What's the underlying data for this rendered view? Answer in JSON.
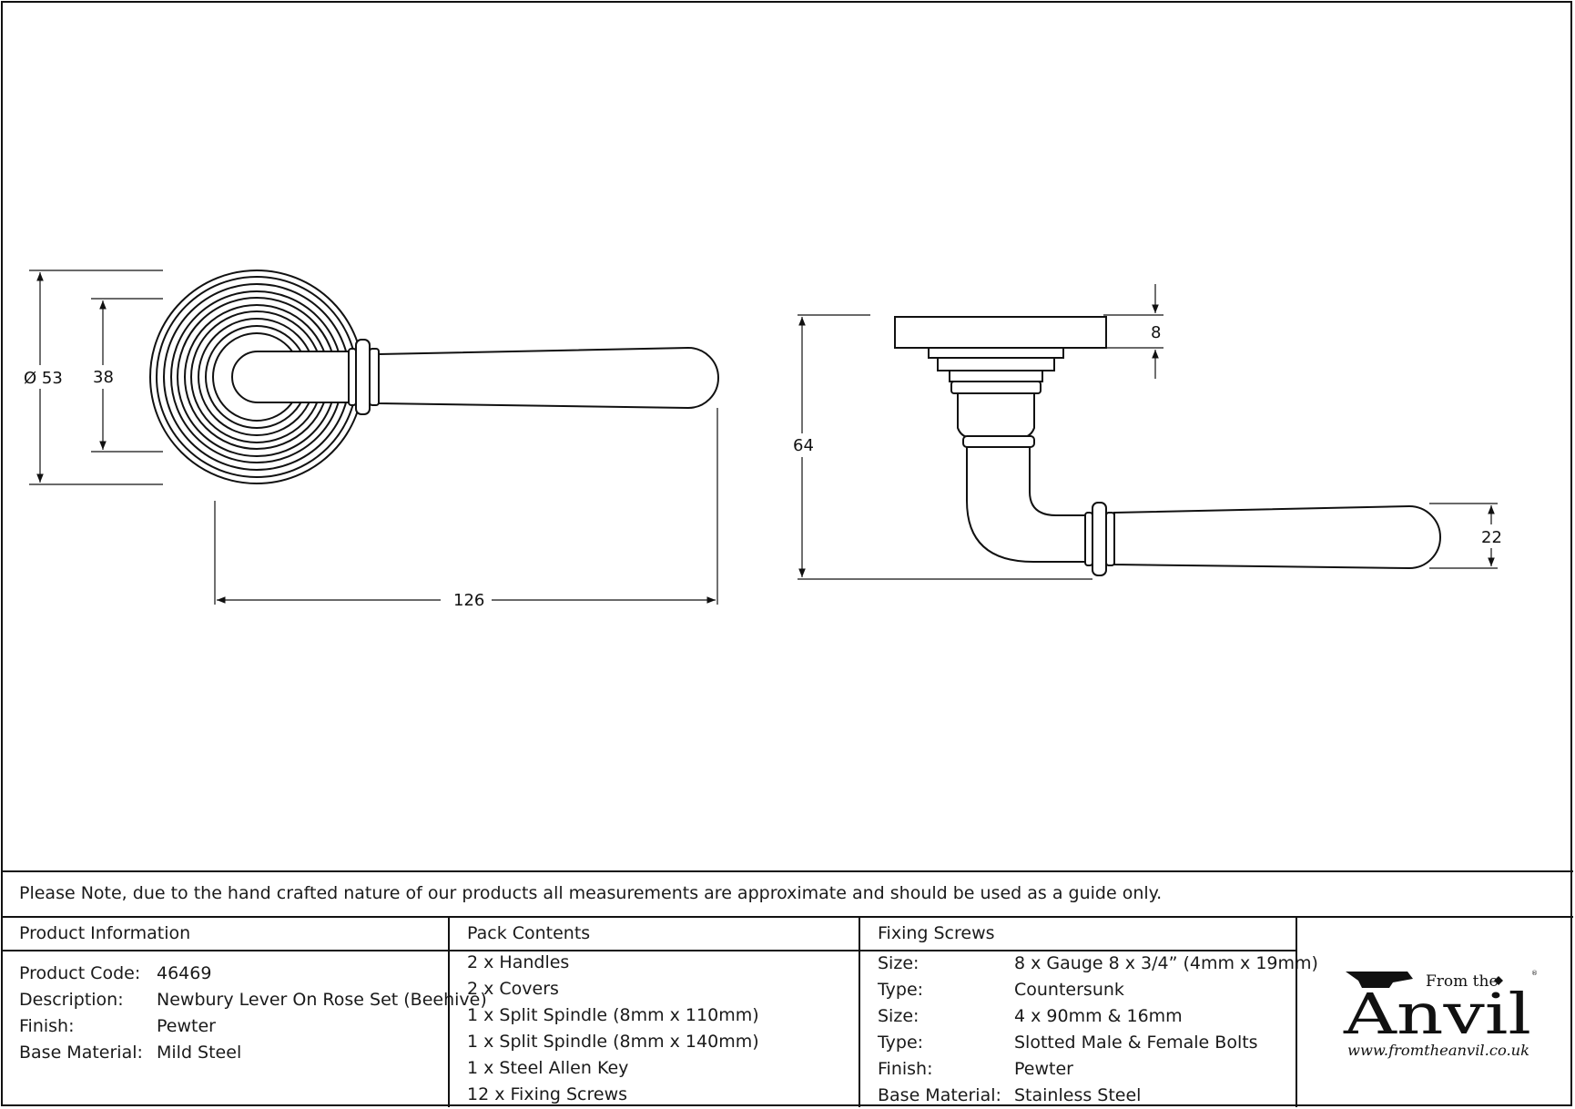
{
  "dims": {
    "rose_diameter": "Ø 53",
    "inner_diameter": "38",
    "overall_length": "126",
    "height": "64",
    "rose_thickness": "8",
    "lever_thickness": "22"
  },
  "note": "Please Note, due to the hand crafted nature of our products all measurements are approximate and should be used as a guide only.",
  "product_info": {
    "heading": "Product Information",
    "rows": [
      {
        "label": "Product Code:",
        "value": "46469"
      },
      {
        "label": "Description:",
        "value": "Newbury Lever On Rose Set (Beehive)"
      },
      {
        "label": "Finish:",
        "value": "Pewter"
      },
      {
        "label": "Base Material:",
        "value": "Mild Steel"
      }
    ]
  },
  "pack_contents": {
    "heading": "Pack Contents",
    "items": [
      "2 x Handles",
      "2 x Covers",
      "1 x Split Spindle (8mm x 110mm)",
      "1 x Split Spindle (8mm x 140mm)",
      "1 x Steel Allen Key",
      "12 x Fixing Screws"
    ]
  },
  "fixing_screws": {
    "heading": "Fixing Screws",
    "rows": [
      {
        "label": "Size:",
        "value": "8 x Gauge 8 x 3/4” (4mm x 19mm)"
      },
      {
        "label": "Type:",
        "value": "Countersunk"
      },
      {
        "label": "Size:",
        "value": "4 x 90mm & 16mm"
      },
      {
        "label": "Type:",
        "value": "Slotted Male & Female Bolts"
      },
      {
        "label": "Finish:",
        "value": "Pewter"
      },
      {
        "label": "Base Material:",
        "value": "Stainless Steel"
      }
    ]
  },
  "logo": {
    "from_the": "From the",
    "brand": "Anvil",
    "url": "www.fromtheanvil.co.uk",
    "reg": "®"
  }
}
